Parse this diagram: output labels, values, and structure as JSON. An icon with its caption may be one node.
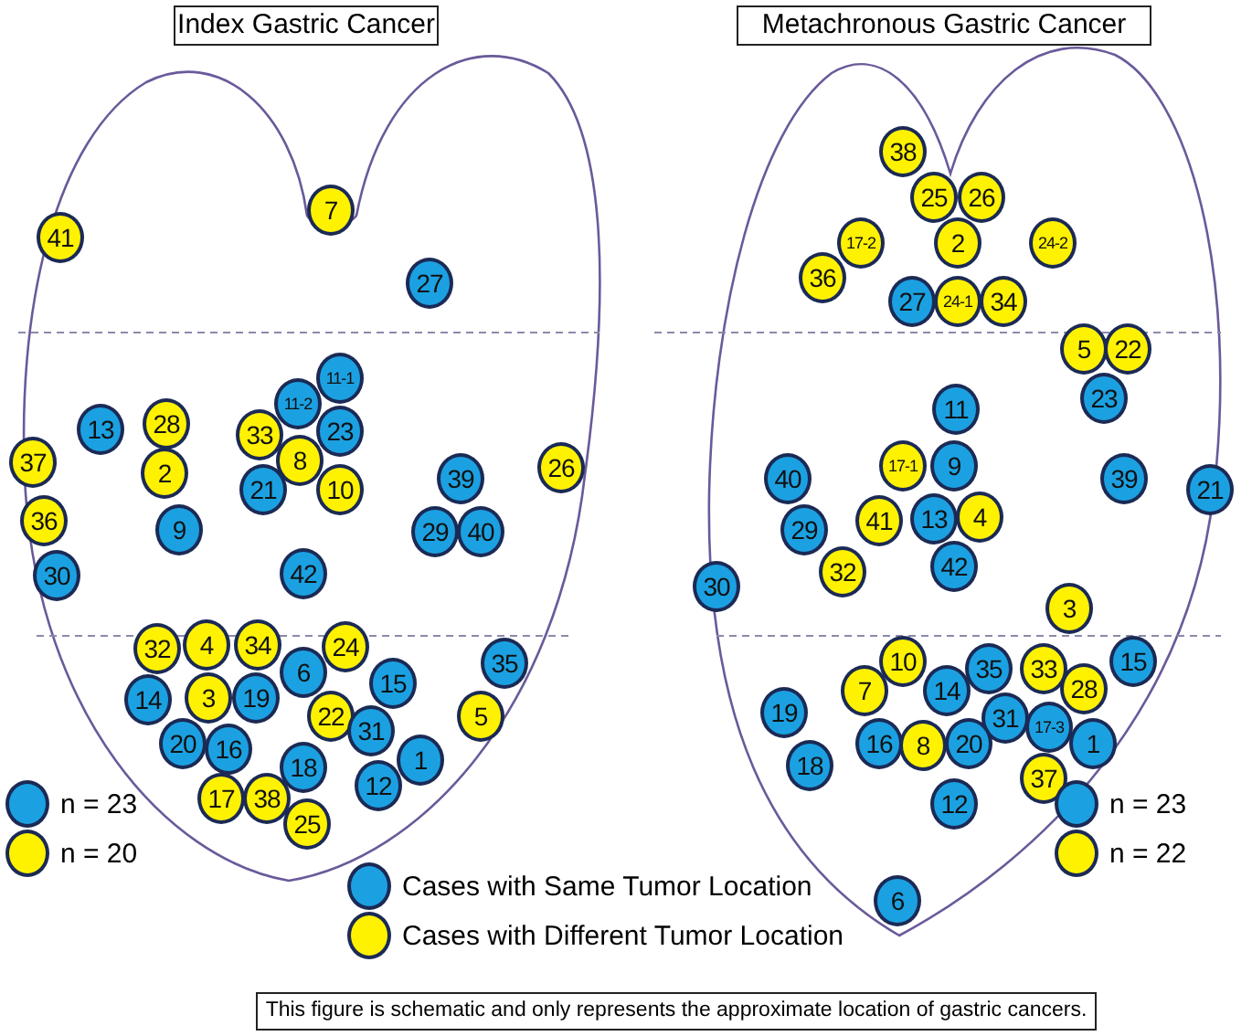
{
  "diagram": {
    "caption": "This figure is schematic and only represents the approximate location of gastric cancers.",
    "nodes": [
      {
        "text": [
          "Index Gastric Cancer"
        ]
      },
      {
        "text": [
          "Metachronous Gastric Cancer"
        ]
      },
      {
        "text": [
          "41"
        ]
      },
      {
        "text": [
          "7"
        ]
      },
      {
        "text": [
          "27"
        ]
      },
      {
        "text": [
          "11-1"
        ]
      },
      {
        "text": [
          "11-2"
        ]
      },
      {
        "text": [
          "13"
        ]
      },
      {
        "text": [
          "28"
        ]
      },
      {
        "text": [
          "33"
        ]
      },
      {
        "text": [
          "23"
        ]
      },
      {
        "text": [
          "8"
        ]
      },
      {
        "text": [
          "37"
        ]
      },
      {
        "text": [
          "2"
        ]
      },
      {
        "text": [
          "21"
        ]
      },
      {
        "text": [
          "10"
        ]
      },
      {
        "text": [
          "26"
        ]
      },
      {
        "text": [
          "39"
        ]
      },
      {
        "text": [
          "36"
        ]
      },
      {
        "text": [
          "9"
        ]
      },
      {
        "text": [
          "29"
        ]
      },
      {
        "text": [
          "40"
        ]
      },
      {
        "text": [
          "30"
        ]
      },
      {
        "text": [
          "42"
        ]
      },
      {
        "text": [
          "32"
        ]
      },
      {
        "text": [
          "4"
        ]
      },
      {
        "text": [
          "34"
        ]
      },
      {
        "text": [
          "24"
        ]
      },
      {
        "text": [
          "6"
        ]
      },
      {
        "text": [
          "35"
        ]
      },
      {
        "text": [
          "14"
        ]
      },
      {
        "text": [
          "3"
        ]
      },
      {
        "text": [
          "19"
        ]
      },
      {
        "text": [
          "15"
        ]
      },
      {
        "text": [
          "22"
        ]
      },
      {
        "text": [
          "31"
        ]
      },
      {
        "text": [
          "5"
        ]
      },
      {
        "text": [
          "20"
        ]
      },
      {
        "text": [
          "16"
        ]
      },
      {
        "text": [
          "18"
        ]
      },
      {
        "text": [
          "1"
        ]
      },
      {
        "text": [
          "12"
        ]
      },
      {
        "text": [
          "17"
        ]
      },
      {
        "text": [
          "38"
        ]
      },
      {
        "text": [
          "25"
        ]
      },
      {
        "text": [
          "38"
        ]
      },
      {
        "text": [
          "25"
        ]
      },
      {
        "text": [
          "26"
        ]
      },
      {
        "text": [
          "17-2"
        ]
      },
      {
        "text": [
          "2"
        ]
      },
      {
        "text": [
          "24-2"
        ]
      },
      {
        "text": [
          "36"
        ]
      },
      {
        "text": [
          "27"
        ]
      },
      {
        "text": [
          "24-1"
        ]
      },
      {
        "text": [
          "34"
        ]
      },
      {
        "text": [
          "5"
        ]
      },
      {
        "text": [
          "22"
        ]
      },
      {
        "text": [
          "23"
        ]
      },
      {
        "text": [
          "11"
        ]
      },
      {
        "text": [
          "17-1"
        ]
      },
      {
        "text": [
          "9"
        ]
      },
      {
        "text": [
          "40"
        ]
      },
      {
        "text": [
          "39"
        ]
      },
      {
        "text": [
          "21"
        ]
      },
      {
        "text": [
          "41"
        ]
      },
      {
        "text": [
          "13"
        ]
      },
      {
        "text": [
          "4"
        ]
      },
      {
        "text": [
          "29"
        ]
      },
      {
        "text": [
          "42"
        ]
      },
      {
        "text": [
          "32"
        ]
      },
      {
        "text": [
          "30"
        ]
      },
      {
        "text": [
          "3"
        ]
      },
      {
        "text": [
          "10"
        ]
      },
      {
        "text": [
          "35"
        ]
      },
      {
        "text": [
          "33"
        ]
      },
      {
        "text": [
          "15"
        ]
      },
      {
        "text": [
          "7"
        ]
      },
      {
        "text": [
          "14"
        ]
      },
      {
        "text": [
          "28"
        ]
      },
      {
        "text": [
          "19"
        ]
      },
      {
        "text": [
          "31"
        ]
      },
      {
        "text": [
          "17-3"
        ]
      },
      {
        "text": [
          "16"
        ]
      },
      {
        "text": [
          "8"
        ]
      },
      {
        "text": [
          "20"
        ]
      },
      {
        "text": [
          "1"
        ]
      },
      {
        "text": [
          "18"
        ]
      },
      {
        "text": [
          "37"
        ]
      },
      {
        "text": [
          "12"
        ]
      },
      {
        "text": [
          "6"
        ]
      }
    ],
    "legend": [
      {
        "text": "n = 23",
        "color": "#1ba1e2"
      },
      {
        "text": "n = 20",
        "color": "#fff200"
      },
      {
        "text": "Cases with Same Tumor Location",
        "color": "#1ba1e2"
      },
      {
        "text": "Cases with Different Tumor Location",
        "color": "#fff200"
      },
      {
        "text": "n = 23",
        "color": "#1ba1e2"
      },
      {
        "text": "n = 22",
        "color": "#fff200"
      }
    ]
  }
}
